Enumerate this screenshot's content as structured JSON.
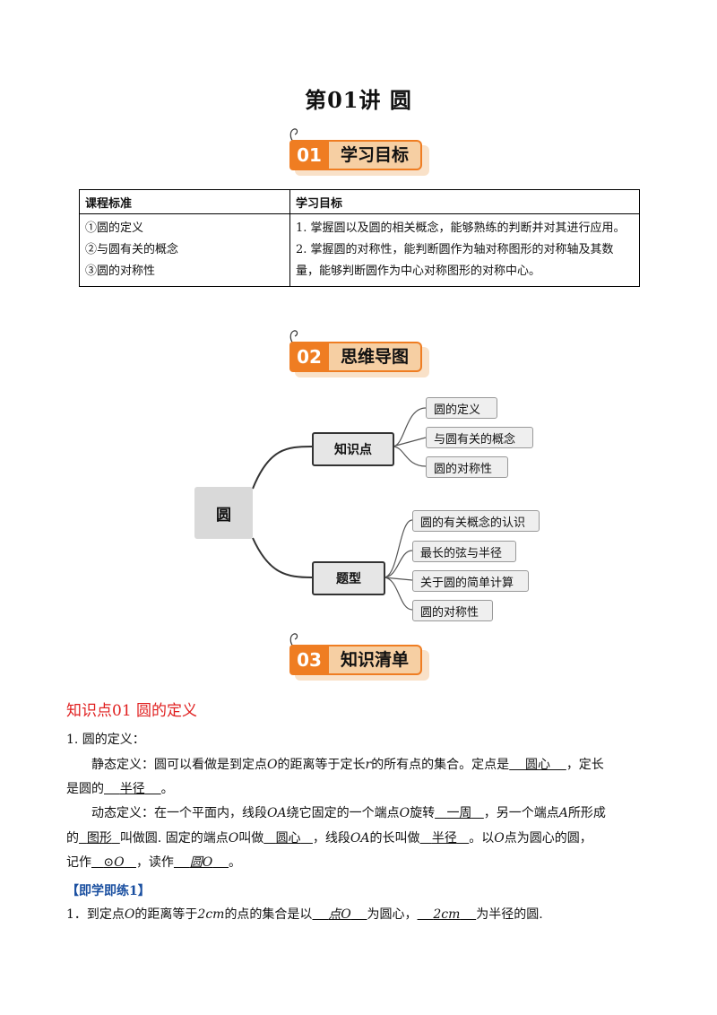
{
  "title": "第01讲  圆",
  "banners": [
    {
      "num": "01",
      "label": "学习目标"
    },
    {
      "num": "02",
      "label": "思维导图"
    },
    {
      "num": "03",
      "label": "知识清单"
    }
  ],
  "table": {
    "headers": [
      "课程标准",
      "学习目标"
    ],
    "standards": [
      "①圆的定义",
      "②与圆有关的概念",
      "③圆的对称性"
    ],
    "goals": [
      "1. 掌握圆以及圆的相关概念，能够熟练的判断并对其进行应用。",
      "2. 掌握圆的对称性，能判断圆作为轴对称图形的对称轴及其数量，能够判断圆作为中心对称图形的对称中心。"
    ]
  },
  "mindmap": {
    "root": "圆",
    "branches": [
      {
        "label": "知识点",
        "leaves": [
          "圆的定义",
          "与圆有关的概念",
          "圆的对称性"
        ]
      },
      {
        "label": "题型",
        "leaves": [
          "圆的有关概念的认识",
          "最长的弦与半径",
          "关于圆的简单计算",
          "圆的对称性"
        ]
      }
    ],
    "colors": {
      "line": "#333333",
      "box": "#e6e6e6"
    }
  },
  "section": {
    "heading": "知识点01    圆的定义",
    "item1": "1. 圆的定义：",
    "static_a": "静态定义：圆可以看做是到定点",
    "static_b": "的距离等于定长",
    "static_c": "的所有点的集合。定点是",
    "blank_center": "圆心",
    "static_d": "，定长",
    "static_e": "是圆的",
    "blank_radius": "半径",
    "static_f": "。",
    "dyn_a": "动态定义：在一个平面内，线段",
    "dyn_b": "绕它固定的一个端点",
    "dyn_c": "旋转",
    "blank_turn": "一周",
    "dyn_d": "，另一个端点",
    "dyn_e": "所形成",
    "dyn_f": "的",
    "blank_figure": "图形",
    "dyn_g": "叫做圆. 固定的端点",
    "dyn_h": "叫做",
    "blank_center2": "圆心",
    "dyn_i": "，线段",
    "dyn_j": "的长叫做",
    "blank_radius2": "半径",
    "dyn_k": "。以",
    "dyn_l": "点为圆心的圆，",
    "note_a": "记作",
    "blank_notation": "⊙O",
    "note_b": "，读作",
    "blank_read": "圆O",
    "note_c": "。",
    "var_O": "O",
    "var_r": "r",
    "var_OA": "OA",
    "var_A": "A"
  },
  "exercise": {
    "heading": "【即学即练1】",
    "q_a": "1．到定点",
    "q_b": "的距离等于",
    "q_len": "2cm",
    "q_c": "的点的集合是以",
    "blank_point": "点O",
    "q_d": "为圆心，",
    "blank_len": "2cm",
    "q_e": "为半径的圆."
  }
}
